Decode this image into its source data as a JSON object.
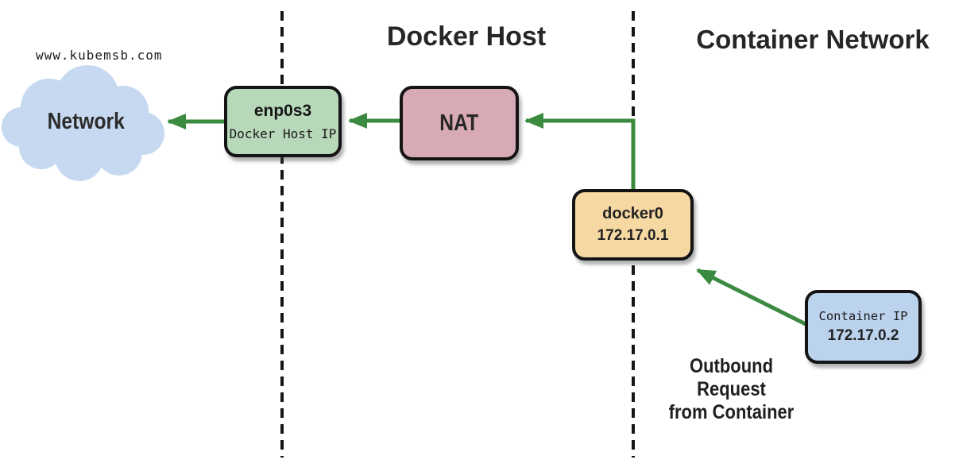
{
  "watermark": "www.kubemsb.com",
  "zones": {
    "docker_host_title": "Docker Host",
    "container_network_title": "Container Network"
  },
  "cloud": {
    "label": "Network"
  },
  "nodes": {
    "enp0s3": {
      "label": "enp0s3",
      "sublabel": "Docker Host IP",
      "fill": "#b8d8ba"
    },
    "nat": {
      "label": "NAT",
      "fill": "#d7aab5"
    },
    "docker0": {
      "label": "docker0",
      "ip": "172.17.0.1",
      "fill": "#f6d8a3"
    },
    "container": {
      "label": "Container IP",
      "ip": "172.17.0.2",
      "fill": "#bcd3ee"
    }
  },
  "annotation": {
    "lines": [
      "Outbound",
      "Request",
      "from Container"
    ]
  },
  "colors": {
    "arrow_green": "#3a8b3f",
    "border_black": "#141414",
    "cloud_blue": "#c6d9f0",
    "divider_black": "#151515"
  }
}
